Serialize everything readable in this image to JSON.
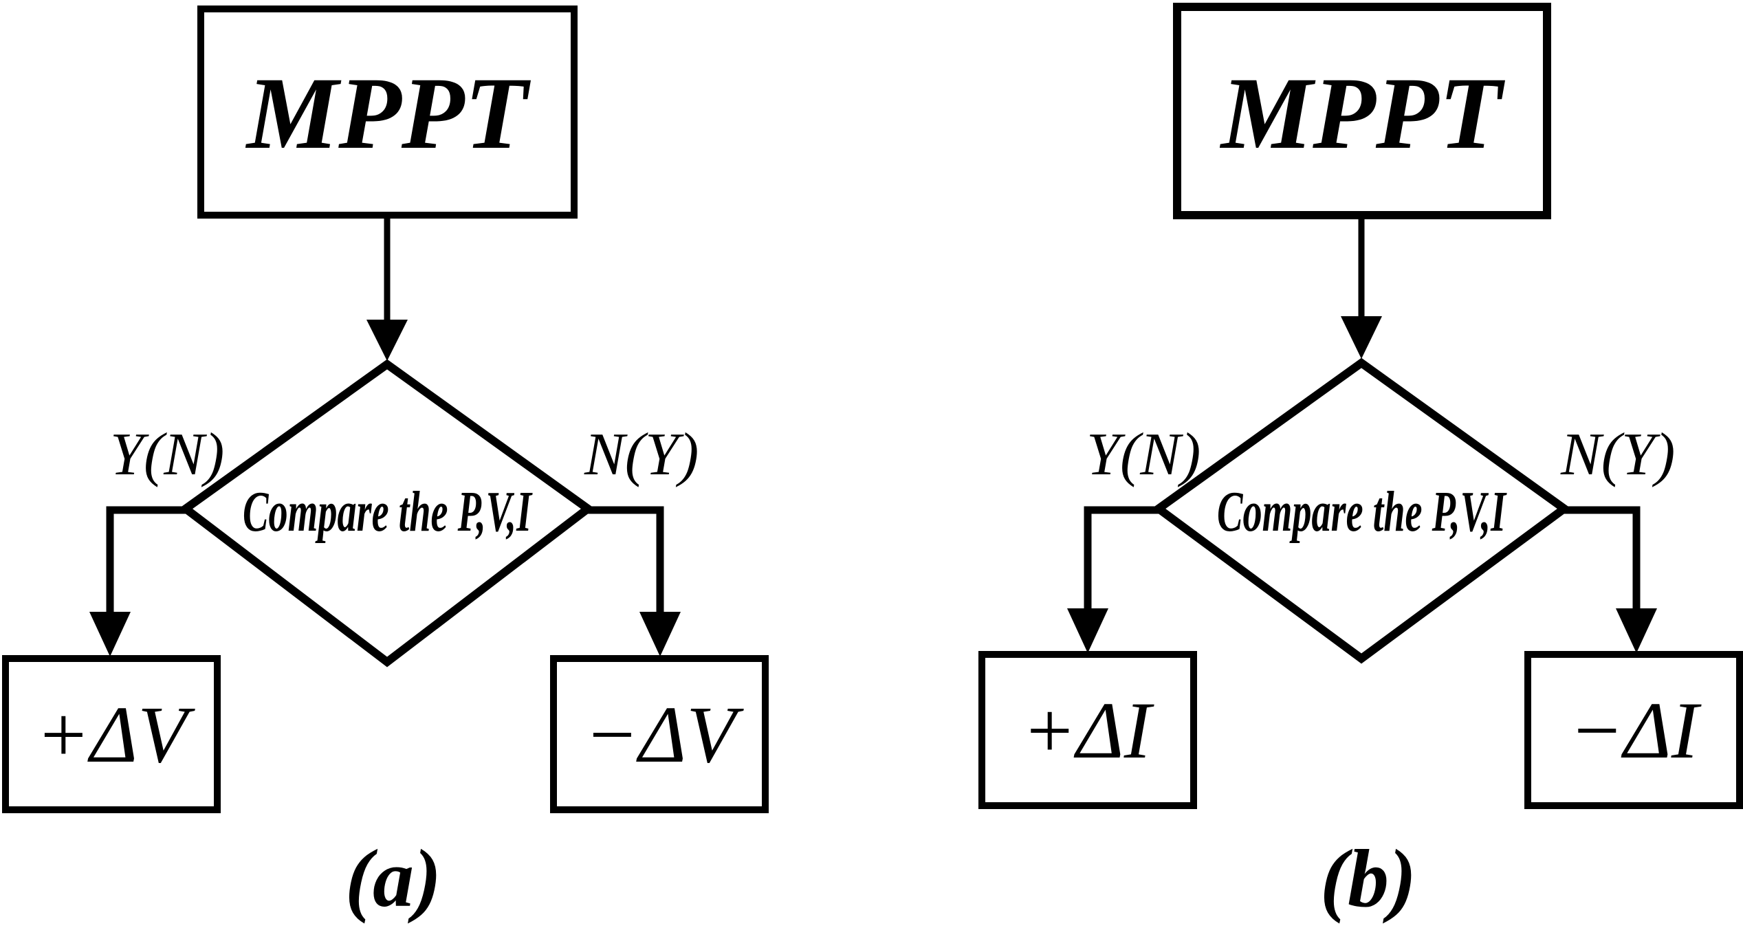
{
  "diagrams": [
    {
      "top_box_label": "MPPT",
      "decision_label": "Compare the P,V,I",
      "left_branch_label": "Y(N)",
      "right_branch_label": "N(Y)",
      "left_box_label": "+ΔV",
      "right_box_label": "−ΔV",
      "caption": "(a)"
    },
    {
      "top_box_label": "MPPT",
      "decision_label": "Compare the P,V,I",
      "left_branch_label": "Y(N)",
      "right_branch_label": "N(Y)",
      "left_box_label": "+ΔI",
      "right_box_label": "−ΔI",
      "caption": "(b)"
    }
  ]
}
